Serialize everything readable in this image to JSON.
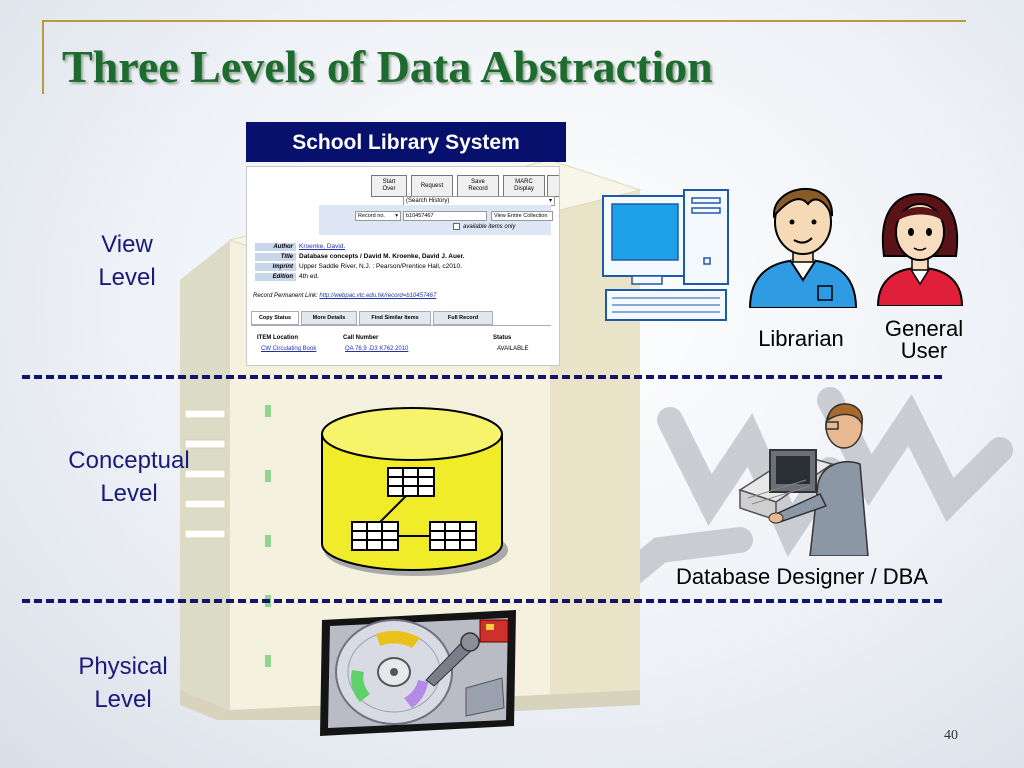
{
  "slide": {
    "title": "Three Levels of Data Abstraction",
    "page_number": "40"
  },
  "levels": {
    "view": [
      "View",
      "Level"
    ],
    "conceptual": [
      "Conceptual",
      "Level"
    ],
    "physical": [
      "Physical",
      "Level"
    ]
  },
  "roles": {
    "librarian": "Librarian",
    "general_user": [
      "General",
      "User"
    ],
    "dba": "Database Designer / DBA"
  },
  "library_system": {
    "header": "School Library System",
    "buttons": [
      [
        "Start",
        "Over"
      ],
      [
        "Request"
      ],
      [
        "Save",
        "Record"
      ],
      [
        "MARC",
        "Display"
      ]
    ],
    "search_history": "(Search History)",
    "search_type": "Record no.",
    "search_value": "b10457467",
    "collection": "View Entire Collection",
    "available_only": "available items only",
    "record": [
      {
        "label": "Author",
        "value": "Kroenke, David."
      },
      {
        "label": "Title",
        "value": "Database concepts / David M. Kroenke, David J. Auer."
      },
      {
        "label": "Imprint",
        "value": "Upper Saddle River, N.J. : Pearson/Prentice Hall, c2010."
      },
      {
        "label": "Edition",
        "value": "4th ed."
      }
    ],
    "permanent_link_label": "Record Permanent Link:",
    "permanent_link": "http://webpac.vtc.edu.hk/record=b10457467",
    "tabs": [
      "Copy Status",
      "More Details",
      "Find Similar Items",
      "Full Record"
    ],
    "table_headers": [
      "ITEM Location",
      "Call Number",
      "Status"
    ],
    "table_row": [
      "CW Circulating Book",
      "QA 76.9 .D3 K762 2010",
      "AVAILABLE"
    ]
  },
  "colors": {
    "title": "#1d6b2e",
    "level_text": "#1a1a7a",
    "header_bg": "#08106e",
    "divider": "#14146e",
    "cylinder": "#f0ec2a"
  },
  "icons": [
    "server-tower-icon",
    "computer-icon",
    "librarian-person-icon",
    "general-user-person-icon",
    "database-cylinder-icon",
    "dba-person-icon",
    "hard-disk-icon"
  ]
}
